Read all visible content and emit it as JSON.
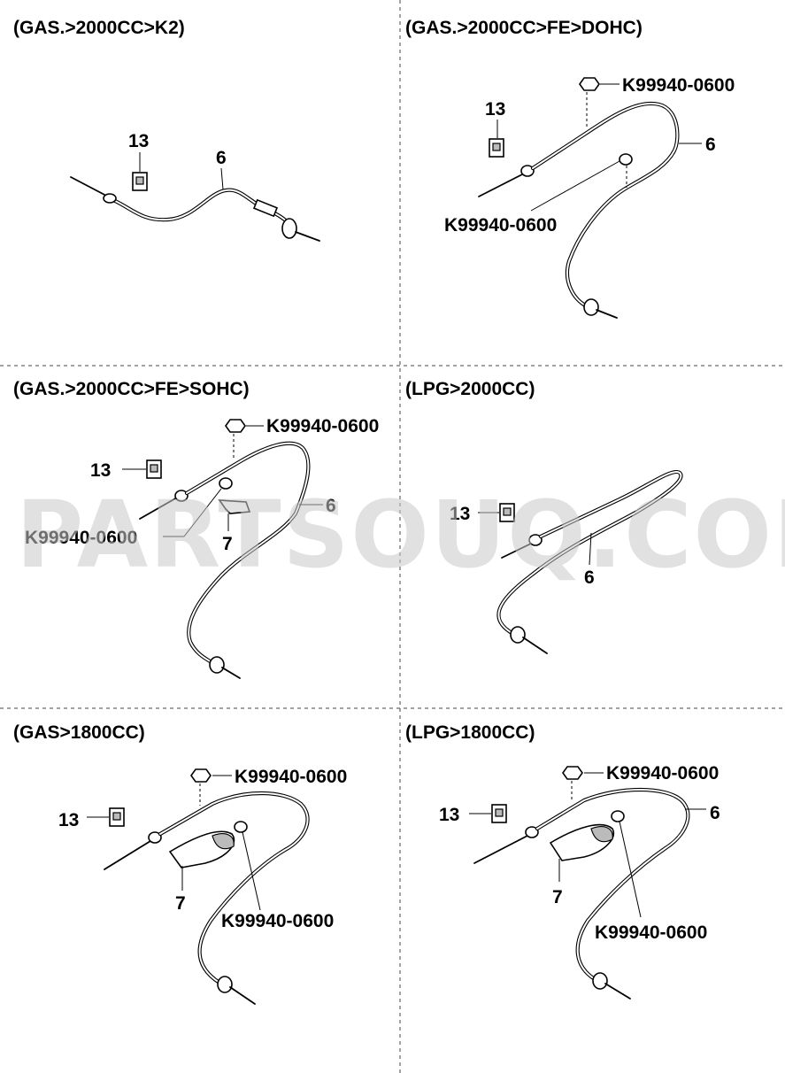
{
  "watermark": "PARTSOUQ.COM",
  "colors": {
    "line": "#000000",
    "watermark": "#c9c9c9",
    "background": "#ffffff"
  },
  "panels": [
    {
      "title": "(GAS.>2000CC>K2)",
      "labels": {
        "clip": "13",
        "cable": "6"
      }
    },
    {
      "title": "(GAS.>2000CC>FE>DOHC)",
      "labels": {
        "nut_top": "K99940-0600",
        "clip": "13",
        "cable": "6",
        "nut_mid": "K99940-0600"
      }
    },
    {
      "title": "(GAS.>2000CC>FE>SOHC)",
      "labels": {
        "nut_top": "K99940-0600",
        "clip": "13",
        "cable": "6",
        "nut_mid": "K99940-0600",
        "bracket": "7"
      }
    },
    {
      "title": "(LPG>2000CC)",
      "labels": {
        "clip": "13",
        "cable": "6"
      }
    },
    {
      "title": "(GAS>1800CC)",
      "labels": {
        "nut_top": "K99940-0600",
        "clip": "13",
        "bracket": "7",
        "nut_mid": "K99940-0600"
      }
    },
    {
      "title": "(LPG>1800CC)",
      "labels": {
        "nut_top": "K99940-0600",
        "clip": "13",
        "cable": "6",
        "bracket": "7",
        "nut_mid": "K99940-0600"
      }
    }
  ]
}
